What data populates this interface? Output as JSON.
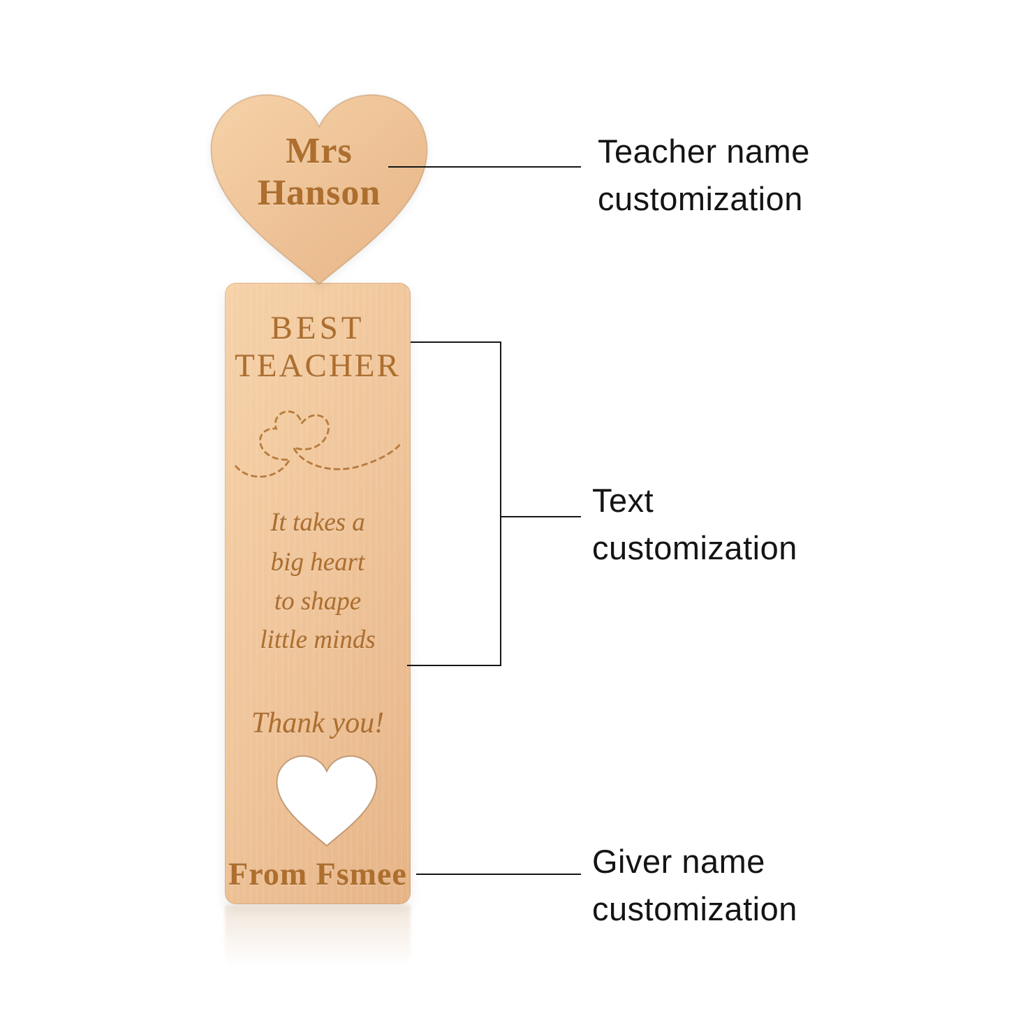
{
  "bookmark": {
    "teacher_name_line1": "Mrs",
    "teacher_name_line2": "Hanson",
    "title_line1": "BEST",
    "title_line2": "TEACHER",
    "poem": [
      "It takes a",
      "big heart",
      "to shape",
      "little minds"
    ],
    "thanks": "Thank you!",
    "giver": "From Fsmee"
  },
  "annotations": {
    "teacher": {
      "line1": "Teacher name",
      "line2": "customization"
    },
    "text": {
      "line1": "Text",
      "line2": "customization"
    },
    "giver": {
      "line1": "Giver name",
      "line2": "customization"
    }
  },
  "colors": {
    "wood_light": "#f6d2a8",
    "wood_dark": "#e6b486",
    "engraving": "#ad6e2e",
    "line": "#161616"
  }
}
